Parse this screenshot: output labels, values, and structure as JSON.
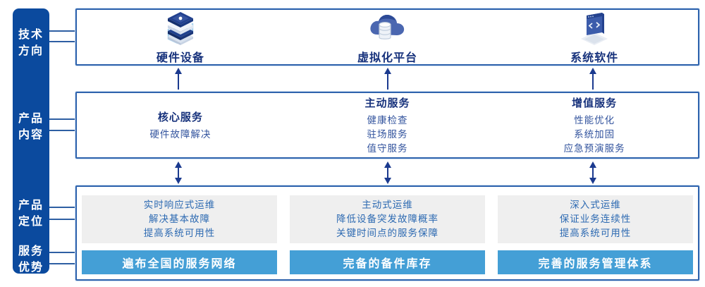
{
  "sidebar": {
    "items": [
      {
        "lines": [
          "技术",
          "方向"
        ]
      },
      {
        "lines": [
          "产品",
          "内容"
        ]
      },
      {
        "lines": [
          "产品",
          "定位"
        ]
      },
      {
        "lines": [
          "服务",
          "优势"
        ]
      }
    ]
  },
  "top_box": {
    "items": [
      {
        "icon": "server-stack-icon",
        "label": "硬件设备"
      },
      {
        "icon": "cloud-database-icon",
        "label": "虚拟化平台"
      },
      {
        "icon": "code-window-icon",
        "label": "系统软件"
      }
    ]
  },
  "middle_box": {
    "columns": [
      {
        "title": "核心服务",
        "items": [
          "硬件故障解决"
        ]
      },
      {
        "title": "主动服务",
        "items": [
          "健康检查",
          "驻场服务",
          "值守服务"
        ]
      },
      {
        "title": "增值服务",
        "items": [
          "性能优化",
          "系统加固",
          "应急预演服务"
        ]
      }
    ]
  },
  "bottom_box": {
    "columns": [
      {
        "description_lines": [
          "实时响应式运维",
          "解决基本故障",
          "提高系统可用性"
        ],
        "highlight": "遍布全国的服务网络"
      },
      {
        "description_lines": [
          "主动式运维",
          "降低设备突发故障概率",
          "关键时间点的服务保障"
        ],
        "highlight": "完备的备件库存"
      },
      {
        "description_lines": [
          "深入式运维",
          "保证业务连续性",
          "提高系统可用性"
        ],
        "highlight": "完善的服务管理体系"
      }
    ]
  },
  "arrows": {
    "top_to_middle_direction": "up",
    "middle_to_bottom_direction": "both"
  },
  "colors": {
    "sidebar_bg": "#0b4a9e",
    "box_border": "#2f63ad",
    "title_text": "#17327c",
    "body_text": "#33549e",
    "gray_panel_bg": "#efefef",
    "gray_panel_text": "#2d6ab2",
    "highlight_bar_bg": "#449fd6",
    "arrow": "#1b3a8f"
  }
}
